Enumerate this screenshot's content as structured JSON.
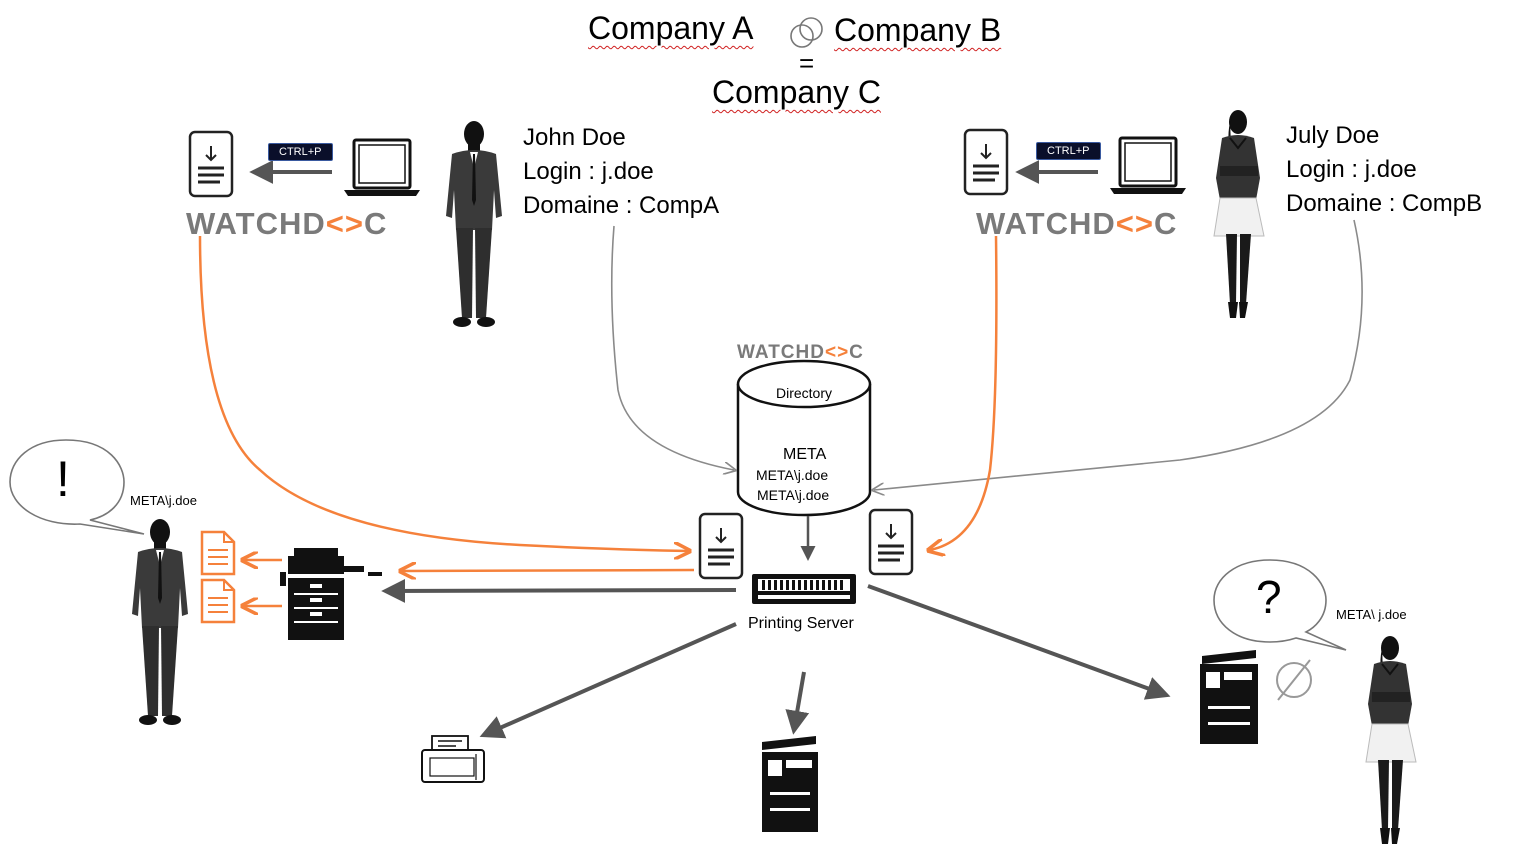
{
  "title": {
    "company_a": "Company A",
    "company_b": "Company B",
    "equals": "=",
    "company_c": "Company C"
  },
  "john": {
    "name": "John Doe",
    "login": "Login : j.doe",
    "domain": "Domaine : CompA",
    "shortcut": "CTRL+P"
  },
  "july": {
    "name": "July Doe",
    "login": "Login : j.doe",
    "domain": "Domaine : CompB",
    "shortcut": "CTRL+P"
  },
  "logo": {
    "left": "WATCHD",
    "mid": "C"
  },
  "directory": {
    "label": "Directory",
    "meta": "META",
    "entry1": "META\\j.doe",
    "entry2": "META\\j.doe"
  },
  "server": {
    "label": "Printing Server"
  },
  "left_user": {
    "bubble": "!",
    "account": "META\\j.doe"
  },
  "right_user": {
    "bubble": "?",
    "account": "META\\ j.doe"
  },
  "colors": {
    "orange": "#f5813b",
    "dark_arrow": "#555555",
    "gray_line": "#8a8a8a"
  }
}
